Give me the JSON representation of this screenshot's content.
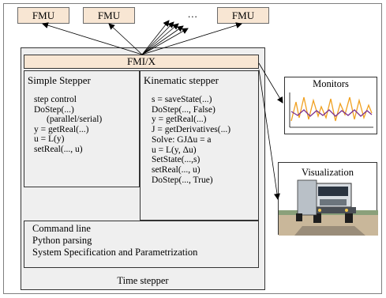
{
  "fmus": [
    "FMU",
    "FMU",
    "FMU"
  ],
  "dots": "...",
  "fmix": "FMI/X",
  "simple": {
    "title": "Simple Stepper",
    "lines": [
      "step control",
      "DoStep(...)",
      "(parallel/serial)",
      "y = getReal(...)",
      "u = L(y)",
      "setReal(..., u)"
    ]
  },
  "kinematic": {
    "title": "Kinematic stepper",
    "lines": [
      "s = saveState(...)",
      "DoStep(..., False)",
      "y = getReal(...)",
      "J = getDerivatives(...)",
      "Solve: GJΔu = a",
      "u = L(y, Δu)",
      "SetState(...,s)",
      "setReal(..., u)",
      "DoStep(..., True)"
    ]
  },
  "command": [
    "Command line",
    "Python parsing",
    "System Specification and Parametrization"
  ],
  "timestepper": "Time stepper",
  "monitors": "Monitors",
  "visualization": "Visualization",
  "colors": {
    "fmu_fill": "#f8e6d3",
    "frame_fill": "#efefef",
    "series_1": "#f0a020",
    "series_2": "#7a2f8f"
  }
}
